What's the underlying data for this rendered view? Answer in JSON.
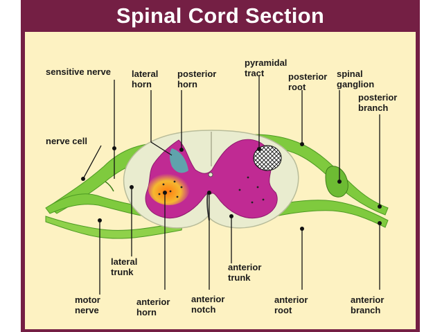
{
  "title": "Spinal Cord Section",
  "labels": {
    "sensitive_nerve": "sensitive nerve",
    "lateral_horn": [
      "lateral",
      "horn"
    ],
    "posterior_horn": [
      "posterior",
      "horn"
    ],
    "pyramidal_tract": [
      "pyramidal",
      "tract"
    ],
    "posterior_root": [
      "posterior",
      "root"
    ],
    "spinal_ganglion": [
      "spinal",
      "ganglion"
    ],
    "posterior_branch": [
      "posterior",
      "branch"
    ],
    "nerve_cell": "nerve cell",
    "lateral_trunk": [
      "lateral",
      "trunk"
    ],
    "anterior_trunk": [
      "anterior",
      "trunk"
    ],
    "motor_nerve": [
      "motor",
      "nerve"
    ],
    "anterior_horn": [
      "anterior",
      "horn"
    ],
    "anterior_notch": [
      "anterior",
      "notch"
    ],
    "anterior_root": [
      "anterior",
      "root"
    ],
    "anterior_branch": [
      "anterior",
      "branch"
    ]
  },
  "colors": {
    "frame": "#741f44",
    "panel": "#fdf2c2",
    "white_matter": "#e9eccf",
    "grey_matter": "#c02a93",
    "nerve": "#7fca3e",
    "nucleus_orange": "#f0a020",
    "nucleus_teal": "#4fb8b0",
    "leader_line": "#111111"
  }
}
